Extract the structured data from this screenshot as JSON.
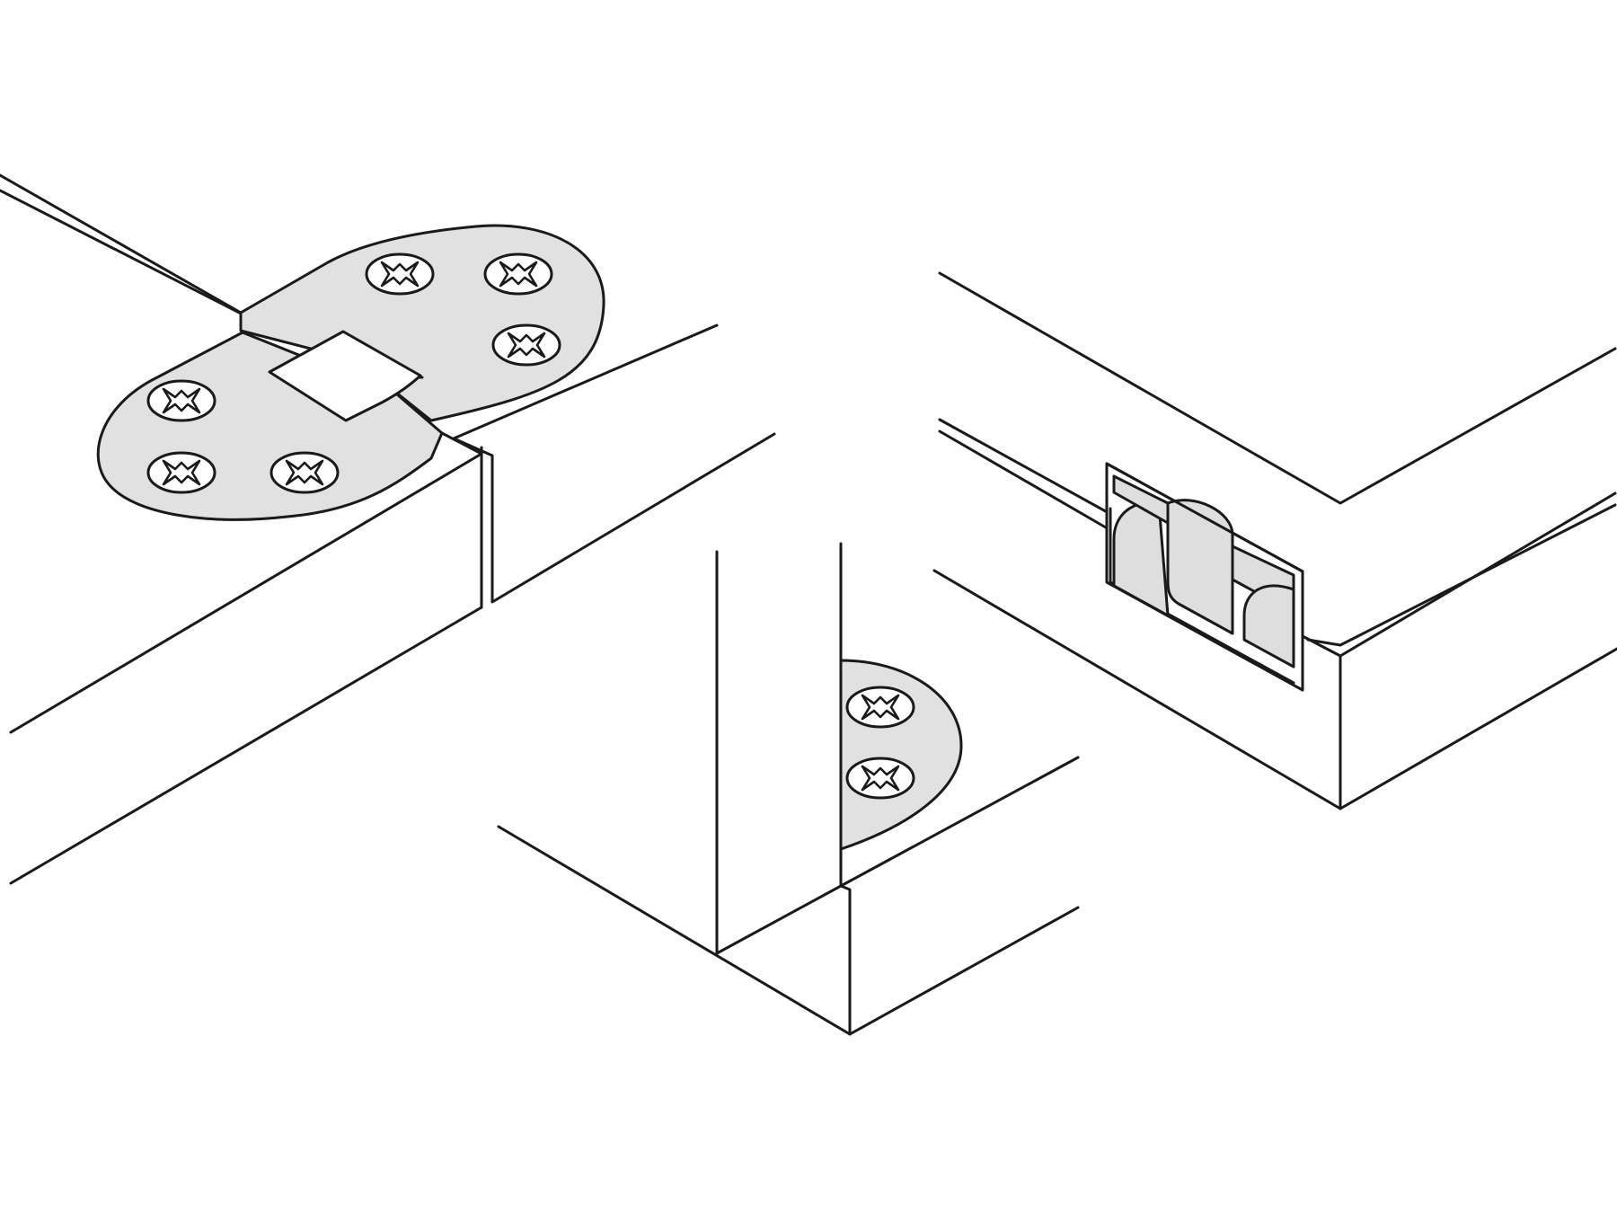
{
  "figure": {
    "type": "technical-illustration",
    "subject": "flap hinge",
    "views": [
      "hinge-open-top-view",
      "hinge-folded-side-view",
      "hinge-closed-edge-view"
    ]
  },
  "colors": {
    "line": "#1a1a1a",
    "plate_fill": "#e1e1e1",
    "background": "#ffffff"
  },
  "icons": {
    "screw": "phillips-screw-icon"
  }
}
